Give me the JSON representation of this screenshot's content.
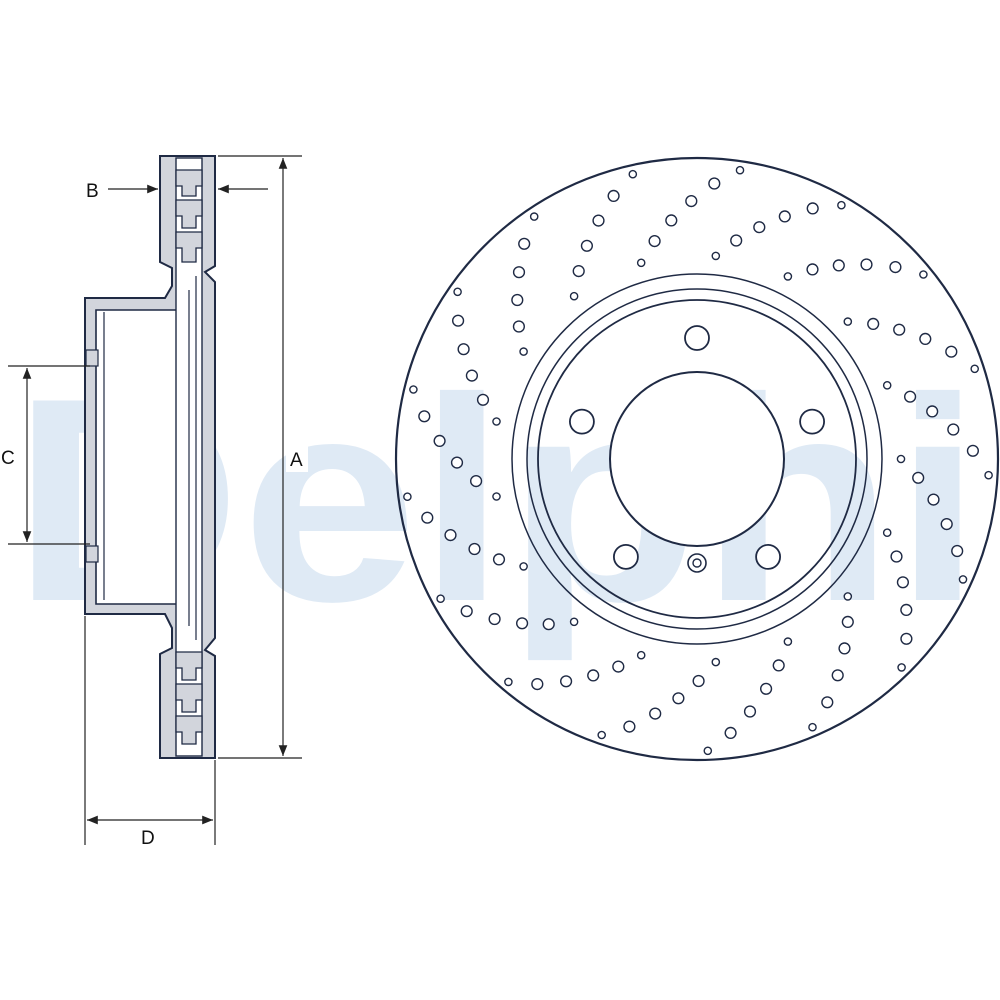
{
  "watermark": {
    "text": "Delphi",
    "color": "#dfeaf5"
  },
  "labels": {
    "a": "A",
    "b": "B",
    "c": "C",
    "d": "D"
  },
  "colors": {
    "outline": "#1f2a44",
    "section_fill": "#d2d5dc",
    "dimension_line": "#222222"
  },
  "front_view": {
    "mounting_bolt_holes": 5,
    "center_small_hole": 1
  }
}
